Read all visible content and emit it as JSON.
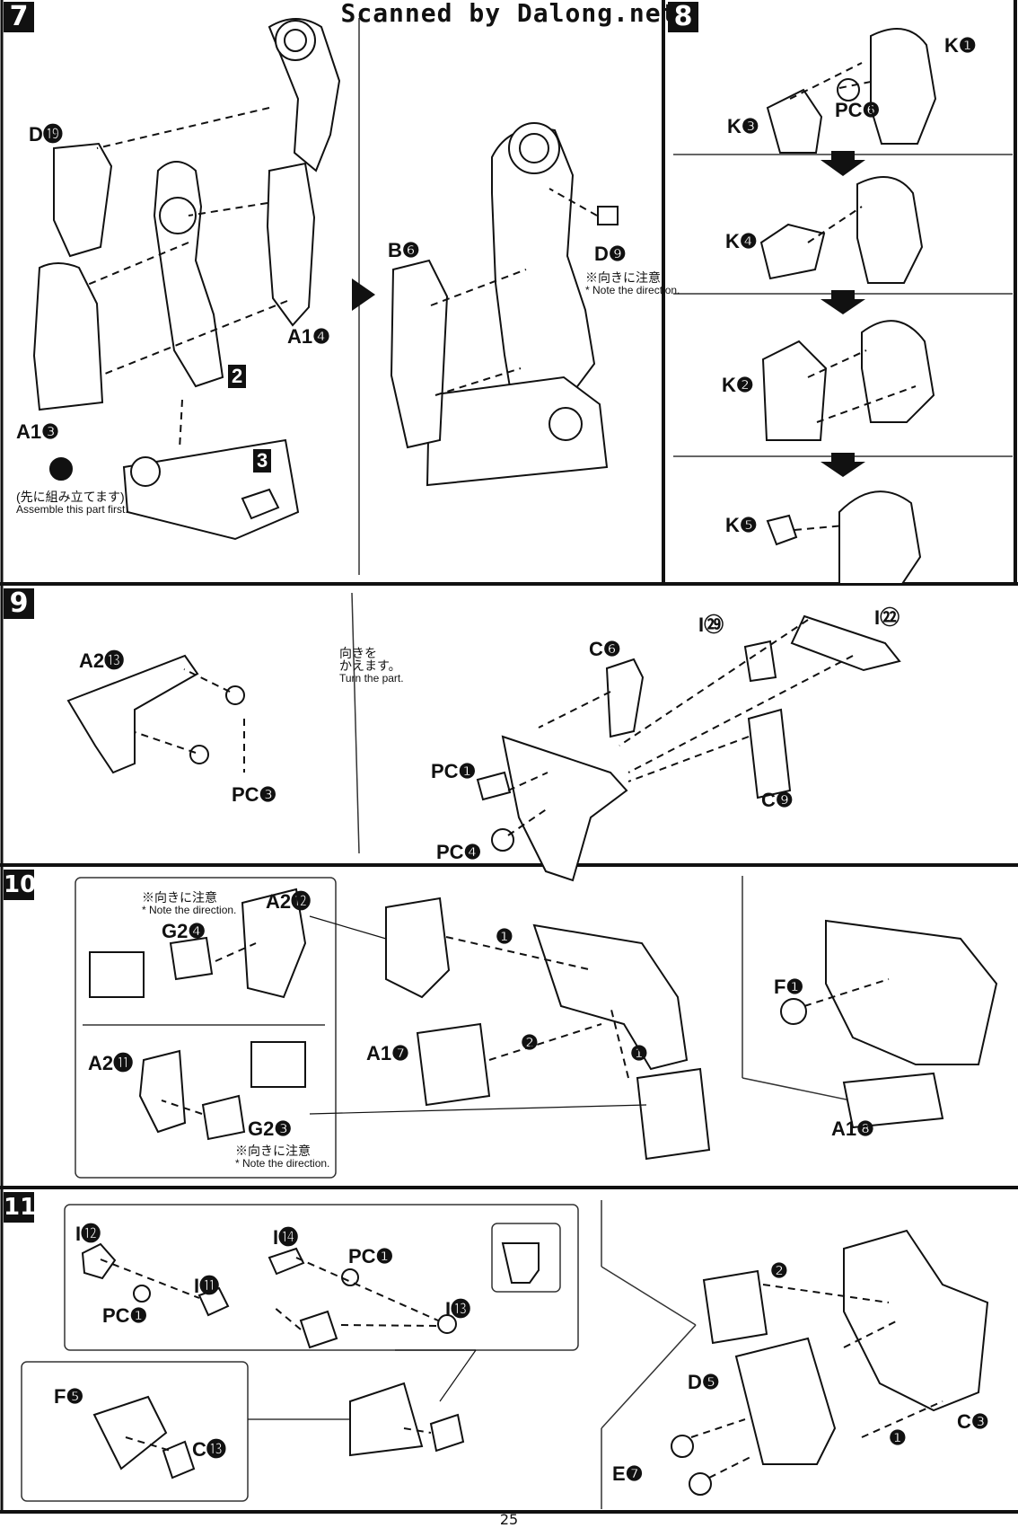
{
  "watermark": "Scanned by Dalong.net",
  "page_number": "25",
  "steps": {
    "s7": {
      "number": "7",
      "labels": {
        "d19": "D⓳",
        "b6": "B❻",
        "d9": "D❾",
        "a14": "A1❹",
        "a13": "A1❸",
        "sub2": "2",
        "sub3": "3"
      },
      "note_direction": {
        "jp": "※向きに注意",
        "en": "* Note the direction."
      },
      "note_first": {
        "jp": "(先に組み立てます)",
        "en": "Assemble this part first."
      }
    },
    "s8": {
      "number": "8",
      "labels": {
        "k1": "K❶",
        "k3": "K❸",
        "pcg": "PC❻",
        "k4": "K❹",
        "k2": "K❷",
        "k5": "K❺"
      }
    },
    "s9": {
      "number": "9",
      "labels": {
        "a213": "A2⓭",
        "pcb": "PC❸",
        "c6": "C❻",
        "i29": "I㉙",
        "i22": "I㉒",
        "pci": "PC❶",
        "pch": "PC❹",
        "c9": "C❾"
      },
      "note_turn": {
        "jp1": "向きを",
        "jp2": "かえます。",
        "en": "Turn the part."
      }
    },
    "s10": {
      "number": "10",
      "labels": {
        "a212": "A2⓬",
        "g24": "G2❹",
        "a211": "A2⓫",
        "g23": "G2❸",
        "a17": "A1❼",
        "a18": "A1❽",
        "f1": "F❶",
        "c1": "❶",
        "c2": "❷",
        "c1b": "❶"
      },
      "note_top": {
        "jp": "※向きに注意",
        "en": "* Note the direction."
      },
      "note_bottom": {
        "jp": "※向きに注意",
        "en": "* Note the direction."
      }
    },
    "s11": {
      "number": "11",
      "labels": {
        "i12": "I⓬",
        "i11": "I⓫",
        "pcl1": "PC❶",
        "i14": "I⓮",
        "pcl2": "PC❶",
        "i13": "I⓭",
        "f5": "F❺",
        "c13": "C⓭",
        "d5": "D❺",
        "c3": "C❸",
        "e7": "E❼",
        "c2": "❷",
        "c1": "❶"
      }
    }
  }
}
